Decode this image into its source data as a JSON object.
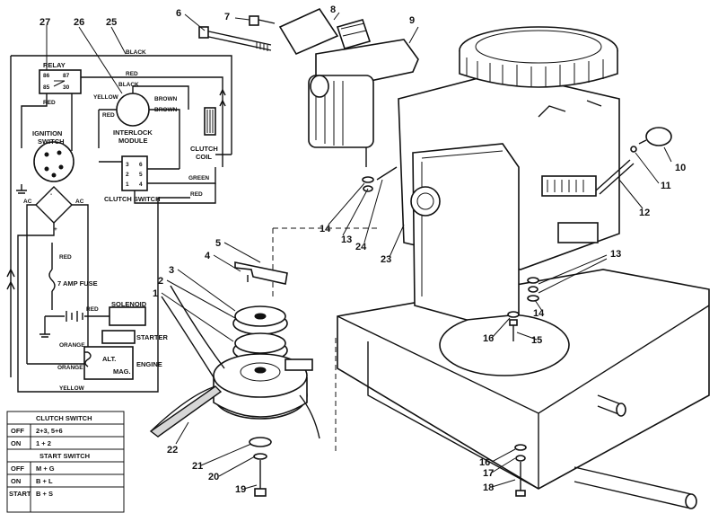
{
  "callouts": {
    "c1": "1",
    "c2": "2",
    "c3": "3",
    "c4": "4",
    "c5": "5",
    "c6": "6",
    "c7": "7",
    "c8": "8",
    "c9": "9",
    "c10": "10",
    "c11": "11",
    "c12": "12",
    "c13a": "13",
    "c13b": "13",
    "c14a": "14",
    "c14b": "14",
    "c15": "15",
    "c16a": "16",
    "c16b": "16",
    "c17": "17",
    "c18": "18",
    "c19": "19",
    "c20": "20",
    "c21": "21",
    "c22": "22",
    "c23": "23",
    "c24": "24",
    "c25": "25",
    "c26": "26",
    "c27": "27"
  },
  "schematic": {
    "relay": "RELAY",
    "ignition_switch_1": "IGNITION",
    "ignition_switch_2": "SWITCH",
    "interlock_1": "INTERLOCK",
    "interlock_2": "MODULE",
    "clutch_coil_1": "CLUTCH",
    "clutch_coil_2": "COIL",
    "clutch_switch": "CLUTCH SWITCH",
    "fuse": "7 AMP FUSE",
    "solenoid": "SOLENOID",
    "starter": "STARTER",
    "engine": "ENGINE",
    "alt": "ALT.",
    "mag": "MAG.",
    "ac_left": "AC",
    "ac_right": "AC",
    "wires": {
      "black_top": "BLACK",
      "red_top": "RED",
      "black_mid": "BLACK",
      "red_left": "RED",
      "yellow": "YELLOW",
      "brown1": "BROWN",
      "brown2": "BROWN",
      "red_mod": "RED",
      "green": "GREEN",
      "red_right": "RED",
      "red_fuse": "RED",
      "red_sol": "RED",
      "orange1": "ORANGE",
      "orange2": "ORANGE",
      "yellow_bottom": "YELLOW"
    }
  },
  "switch_table": {
    "clutch_title": "CLUTCH SWITCH",
    "clutch_rows": [
      {
        "state": "OFF",
        "contacts": "2+3, 5+6"
      },
      {
        "state": "ON",
        "contacts": "1 + 2"
      }
    ],
    "start_title": "START SWITCH",
    "start_rows": [
      {
        "state": "OFF",
        "contacts": "M + G"
      },
      {
        "state": "ON",
        "contacts": "B + L"
      },
      {
        "state": "START",
        "contacts": "B + S"
      }
    ]
  }
}
